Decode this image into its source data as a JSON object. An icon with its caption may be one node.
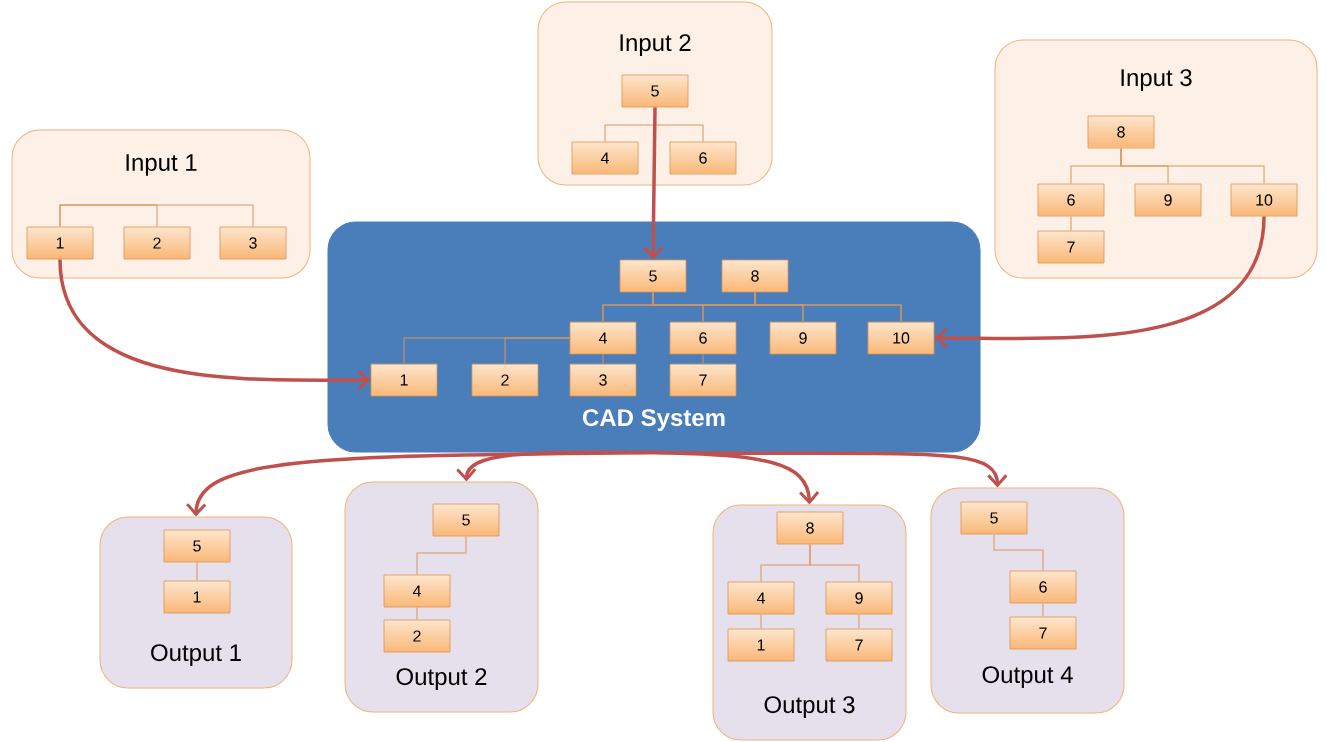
{
  "diagram": {
    "nodes": [
      {
        "text": [
          "Input 1"
        ]
      },
      {
        "text": [
          "1"
        ],
        "in": 0
      },
      {
        "text": [
          "2"
        ],
        "in": 0
      },
      {
        "text": [
          "3"
        ],
        "in": 0
      },
      {
        "text": [
          "Input 2"
        ]
      },
      {
        "text": [
          "5"
        ],
        "in": 4
      },
      {
        "text": [
          "4"
        ],
        "in": 4
      },
      {
        "text": [
          "6"
        ],
        "in": 4
      },
      {
        "text": [
          "Input 3"
        ]
      },
      {
        "text": [
          "8"
        ],
        "in": 8
      },
      {
        "text": [
          "6"
        ],
        "in": 8
      },
      {
        "text": [
          "9"
        ],
        "in": 8
      },
      {
        "text": [
          "10"
        ],
        "in": 8
      },
      {
        "text": [
          "7"
        ],
        "in": 8
      },
      {
        "text": [
          "CAD System"
        ]
      },
      {
        "text": [
          "5"
        ],
        "in": 14
      },
      {
        "text": [
          "8"
        ],
        "in": 14
      },
      {
        "text": [
          "4"
        ],
        "in": 14
      },
      {
        "text": [
          "6"
        ],
        "in": 14
      },
      {
        "text": [
          "9"
        ],
        "in": 14
      },
      {
        "text": [
          "10"
        ],
        "in": 14
      },
      {
        "text": [
          "1"
        ],
        "in": 14
      },
      {
        "text": [
          "2"
        ],
        "in": 14
      },
      {
        "text": [
          "3"
        ],
        "in": 14
      },
      {
        "text": [
          "7"
        ],
        "in": 14
      },
      {
        "text": [
          "Output 1"
        ]
      },
      {
        "text": [
          "5"
        ],
        "in": 25
      },
      {
        "text": [
          "1"
        ],
        "in": 25
      },
      {
        "text": [
          "Output 2"
        ]
      },
      {
        "text": [
          "5"
        ],
        "in": 28
      },
      {
        "text": [
          "4"
        ],
        "in": 28
      },
      {
        "text": [
          "2"
        ],
        "in": 28
      },
      {
        "text": [
          "Output 3"
        ]
      },
      {
        "text": [
          "8"
        ],
        "in": 32
      },
      {
        "text": [
          "4"
        ],
        "in": 32
      },
      {
        "text": [
          "9"
        ],
        "in": 32
      },
      {
        "text": [
          "1"
        ],
        "in": 32
      },
      {
        "text": [
          "7"
        ],
        "in": 32
      },
      {
        "text": [
          "Output 4"
        ]
      },
      {
        "text": [
          "5"
        ],
        "in": 38
      },
      {
        "text": [
          "6"
        ],
        "in": 38
      },
      {
        "text": [
          "7"
        ],
        "in": 38
      }
    ],
    "edges": [
      {
        "from": 1,
        "to": 2,
        "arrow": "none"
      },
      {
        "from": 1,
        "to": 3,
        "arrow": "none"
      },
      {
        "from": 5,
        "to": 6,
        "arrow": "none"
      },
      {
        "from": 5,
        "to": 7,
        "arrow": "none"
      },
      {
        "from": 9,
        "to": 10,
        "arrow": "none"
      },
      {
        "from": 9,
        "to": 11,
        "arrow": "none"
      },
      {
        "from": 9,
        "to": 12,
        "arrow": "none"
      },
      {
        "from": 10,
        "to": 13,
        "arrow": "none"
      },
      {
        "from": 15,
        "to": 17,
        "arrow": "none"
      },
      {
        "from": 15,
        "to": 18,
        "arrow": "none"
      },
      {
        "from": 15,
        "to": 19,
        "arrow": "none"
      },
      {
        "from": 15,
        "to": 20,
        "arrow": "none"
      },
      {
        "from": 16,
        "to": 17,
        "arrow": "none"
      },
      {
        "from": 16,
        "to": 18,
        "arrow": "none"
      },
      {
        "from": 16,
        "to": 19,
        "arrow": "none"
      },
      {
        "from": 16,
        "to": 20,
        "arrow": "none"
      },
      {
        "from": 17,
        "to": 21,
        "arrow": "none"
      },
      {
        "from": 17,
        "to": 22,
        "arrow": "none"
      },
      {
        "from": 17,
        "to": 23,
        "arrow": "none"
      },
      {
        "from": 18,
        "to": 24,
        "arrow": "none"
      },
      {
        "from": 26,
        "to": 27,
        "arrow": "none"
      },
      {
        "from": 29,
        "to": 30,
        "arrow": "none"
      },
      {
        "from": 30,
        "to": 31,
        "arrow": "none"
      },
      {
        "from": 33,
        "to": 34,
        "arrow": "none"
      },
      {
        "from": 33,
        "to": 35,
        "arrow": "none"
      },
      {
        "from": 34,
        "to": 36,
        "arrow": "none"
      },
      {
        "from": 35,
        "to": 37,
        "arrow": "none"
      },
      {
        "from": 39,
        "to": 40,
        "arrow": "none"
      },
      {
        "from": 40,
        "to": 41,
        "arrow": "none"
      },
      {
        "from": 1,
        "to": 21,
        "arrow": "to",
        "style": "thick",
        "color": "#c0504d"
      },
      {
        "from": 5,
        "to": 15,
        "arrow": "to",
        "style": "thick",
        "color": "#c0504d"
      },
      {
        "from": 12,
        "to": 20,
        "arrow": "to",
        "style": "thick",
        "color": "#c0504d"
      },
      {
        "from": 14,
        "to": 25,
        "arrow": "to",
        "style": "thick",
        "color": "#c0504d"
      },
      {
        "from": 14,
        "to": 28,
        "arrow": "to",
        "style": "thick",
        "color": "#c0504d"
      },
      {
        "from": 14,
        "to": 32,
        "arrow": "to",
        "style": "thick",
        "color": "#c0504d"
      },
      {
        "from": 14,
        "to": 38,
        "arrow": "to",
        "style": "thick",
        "color": "#c0504d"
      }
    ]
  }
}
